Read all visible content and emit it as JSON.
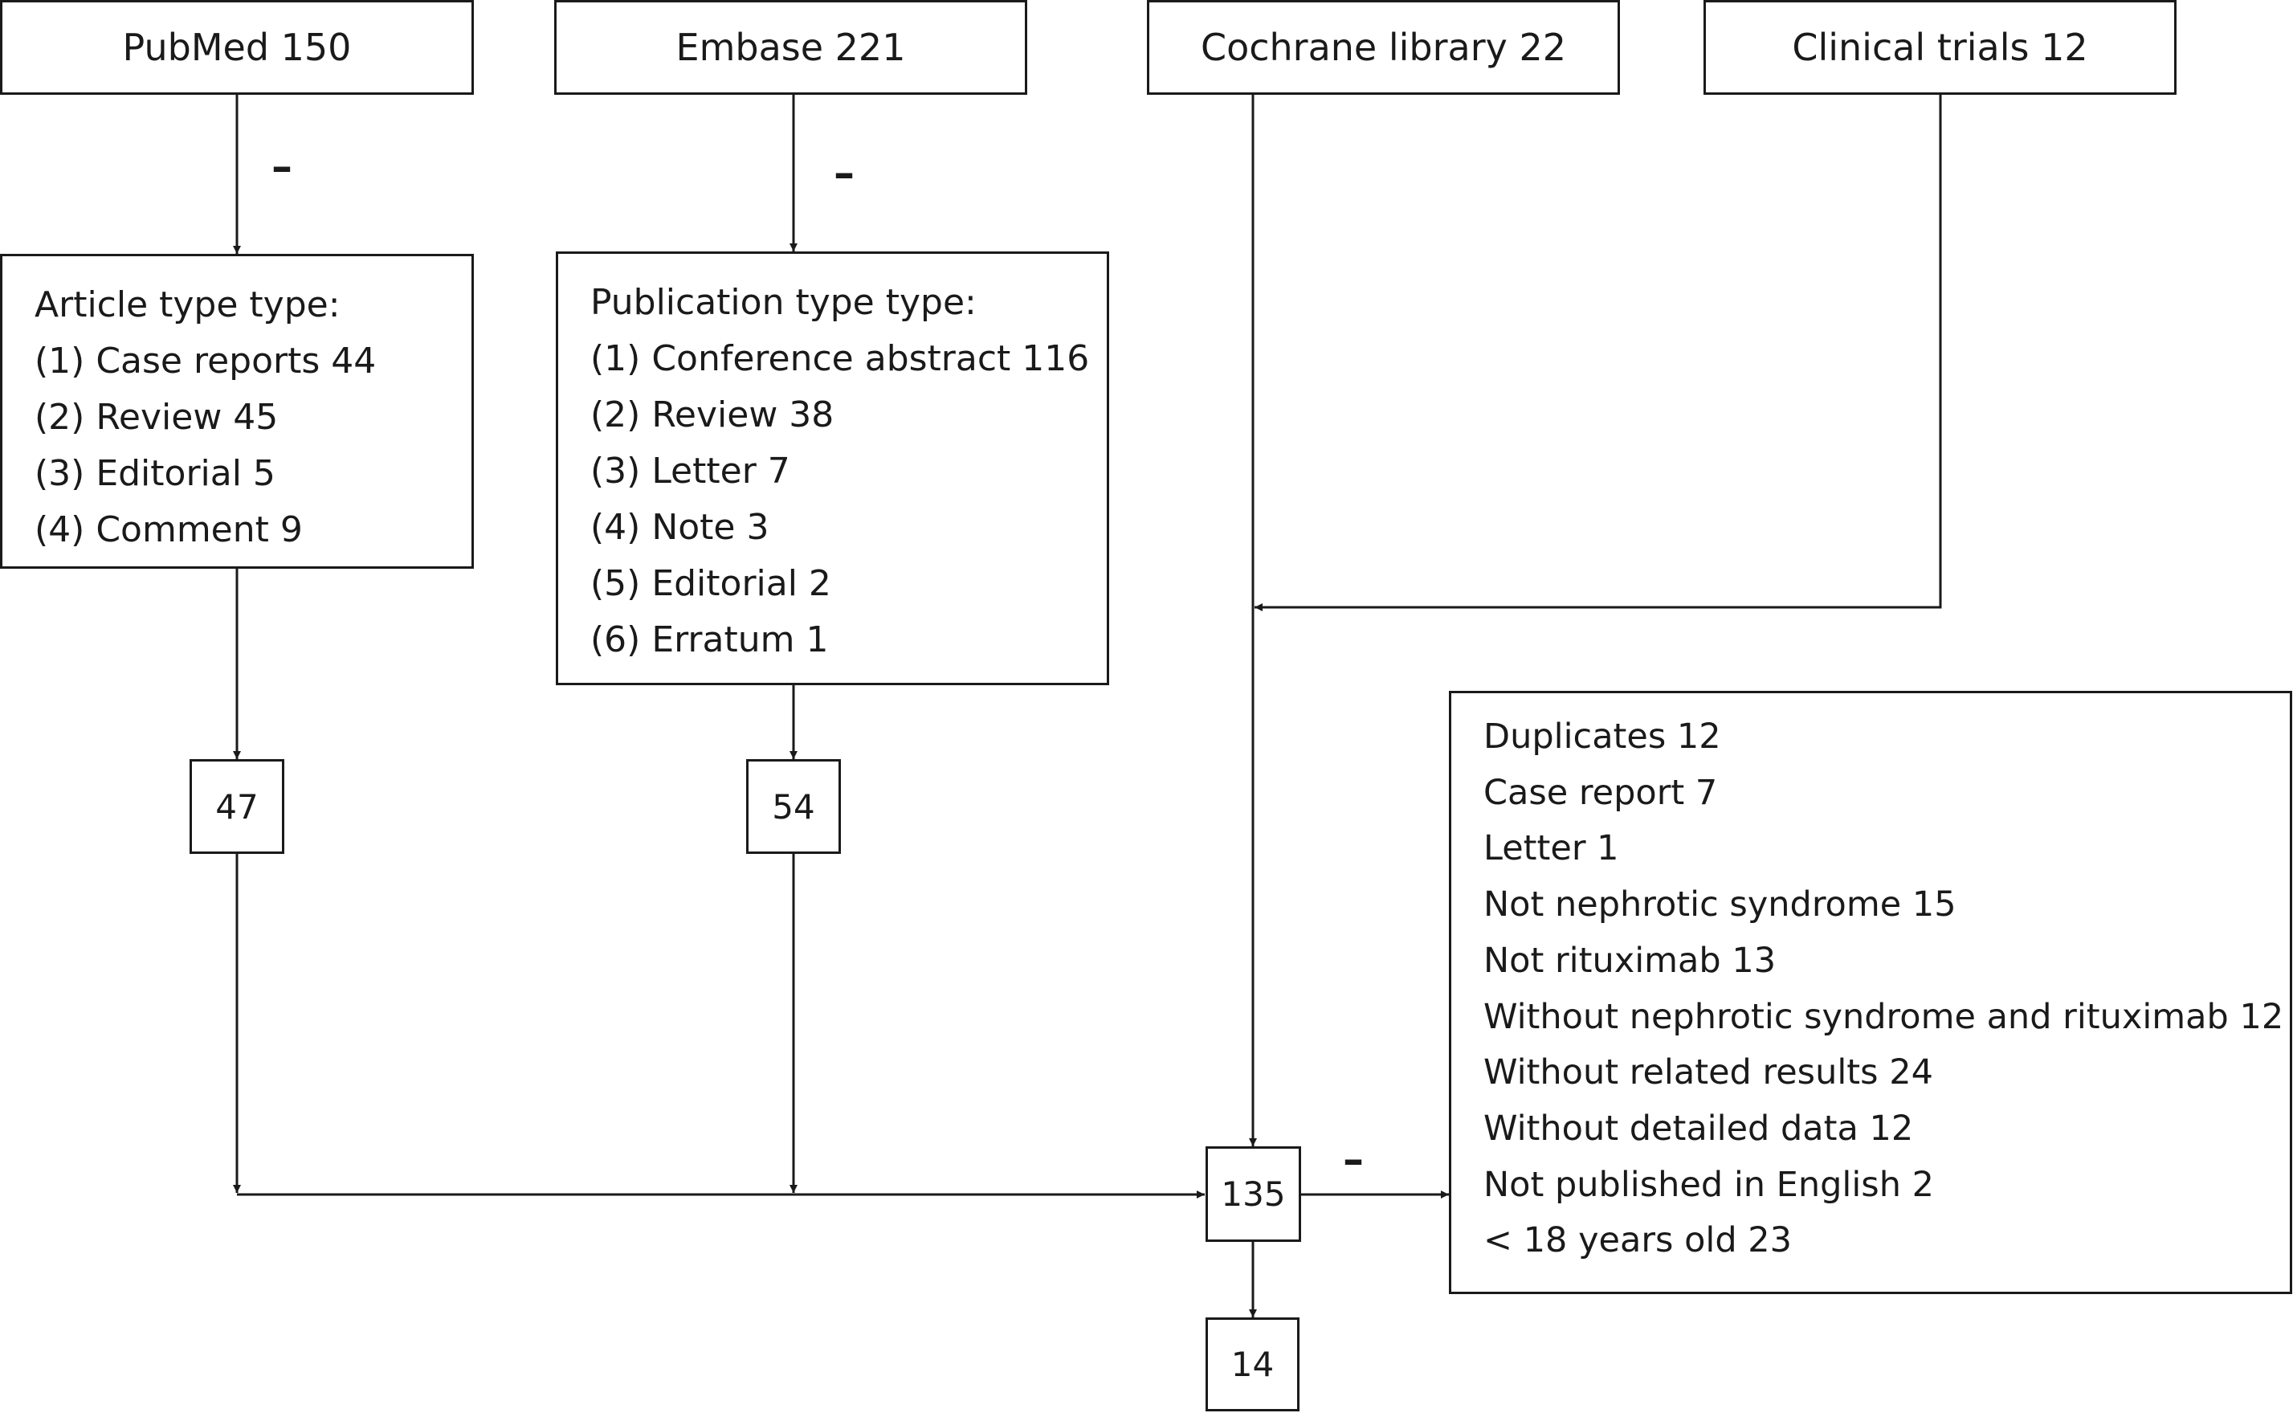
{
  "sources": {
    "pubmed": "PubMed 150",
    "embase": "Embase 221",
    "cochrane": "Cochrane library 22",
    "clinical": "Clinical trials 12"
  },
  "minus": "–",
  "pubmed_excl": {
    "title": "Article type type:",
    "items": [
      "(1) Case reports 44",
      "(2) Review 45",
      "(3) Editorial 5",
      "(4) Comment 9"
    ]
  },
  "embase_excl": {
    "title": "Publication type type:",
    "items": [
      "(1) Conference abstract 116",
      "(2) Review 38",
      "(3) Letter 7",
      "(4) Note 3",
      "(5) Editorial 2",
      "(6) Erratum 1"
    ]
  },
  "counts": {
    "pubmed_remaining": "47",
    "embase_remaining": "54",
    "combined": "135",
    "final": "14"
  },
  "final_excl": {
    "items": [
      "Duplicates 12",
      "Case report 7",
      "Letter 1",
      "Not nephrotic syndrome 15",
      "Not rituximab 13",
      "Without nephrotic syndrome and rituximab 12",
      "Without related results 24",
      "Without detailed data 12",
      "Not published in English 2",
      "< 18 years old 23"
    ]
  }
}
